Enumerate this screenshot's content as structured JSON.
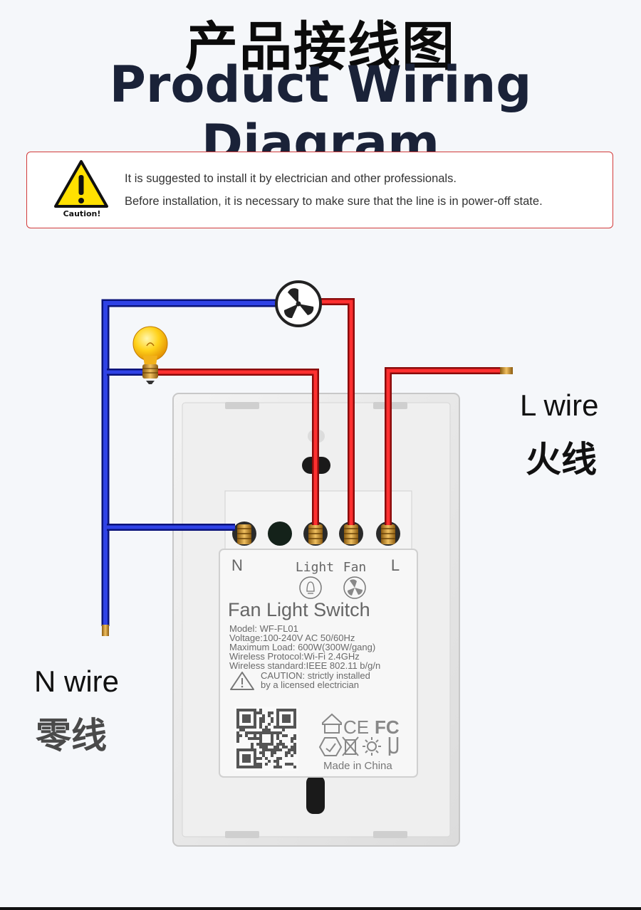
{
  "header": {
    "title_cn": "产品接线图",
    "title_en": "Product Wiring Diagram"
  },
  "caution": {
    "label": "Caution!",
    "line1": "It is suggested to install it by electrician and other professionals.",
    "line2": "Before installation, it is necessary to make sure that the line is in power-off state."
  },
  "labels": {
    "l_wire_en": "L wire",
    "l_wire_cn": "火线",
    "n_wire_en": "N wire",
    "n_wire_cn": "零线"
  },
  "switch": {
    "term_n": "N",
    "term_light": "Light",
    "term_fan": "Fan",
    "term_l": "L",
    "name": "Fan Light Switch",
    "model": "Model: WF-FL01",
    "voltage": "Voltage:100-240V AC 50/60Hz",
    "max_load": "Maximum Load: 600W(300W/gang)",
    "protocol": "Wireless Protocol:Wi-Fi 2.4GHz",
    "standard": "Wireless standard:IEEE 802.11 b/g/n",
    "caution_1": "CAUTION: strictly installed",
    "caution_2": "by a licensed electrician",
    "made_in": "Made in China",
    "cert_ce": "CE",
    "cert_fc": "FC"
  },
  "colors": {
    "neutral_wire": "#1f2fc8",
    "live_wire": "#e11b1b",
    "caution_border": "#d23a3a",
    "warning_yellow": "#ffe000"
  }
}
